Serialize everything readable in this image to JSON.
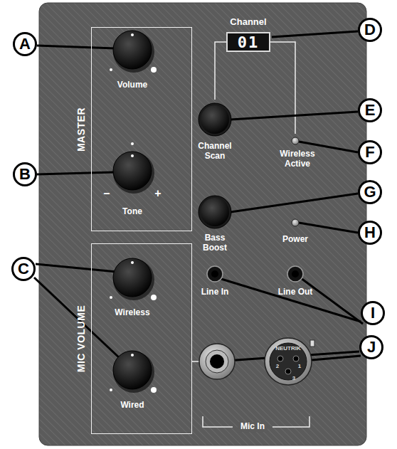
{
  "diagram": {
    "nodes": [
      {
        "text": [
          "MASTER"
        ]
      },
      {
        "text": [
          "MIC VOLUME"
        ]
      },
      {
        "text": [
          "Channel",
          "01"
        ]
      }
    ],
    "labels": [
      "A",
      "B",
      "C",
      "D",
      "E",
      "F",
      "G",
      "H",
      "I",
      "J",
      "Volume",
      "–",
      "+",
      "Tone",
      "Wireless",
      "Wired",
      "Channel Scan",
      "Wireless Active",
      "Bass Boost",
      "Power",
      "Line In",
      "Line Out",
      "Mic In",
      "NEUTRIK",
      "2",
      "1",
      "3"
    ]
  }
}
